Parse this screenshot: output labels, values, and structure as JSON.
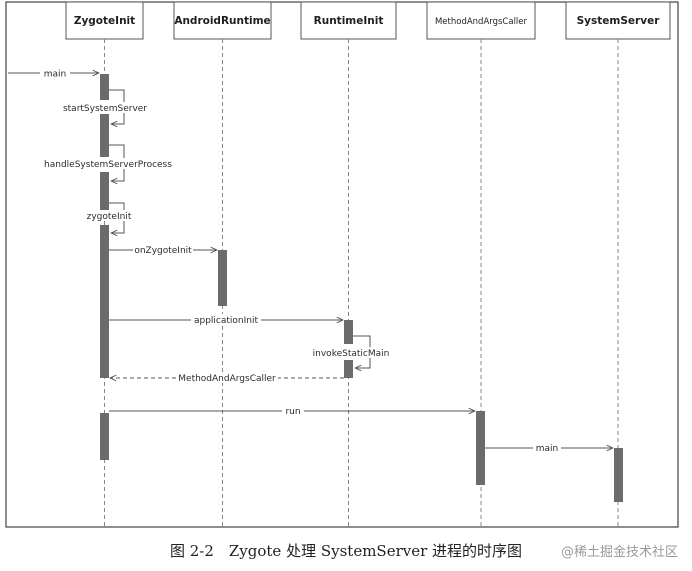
{
  "participants": [
    {
      "id": "zygote",
      "label": "ZygoteInit"
    },
    {
      "id": "runtime",
      "label": "AndroidRuntime"
    },
    {
      "id": "rinit",
      "label": "RuntimeInit"
    },
    {
      "id": "mac",
      "label": "MethodAndArgsCaller"
    },
    {
      "id": "sys",
      "label": "SystemServer"
    }
  ],
  "messages": [
    {
      "label": "main",
      "kind": "entry",
      "to": "zygote"
    },
    {
      "label": "startSystemServer",
      "kind": "self",
      "at": "zygote"
    },
    {
      "label": "handleSystemServerProcess",
      "kind": "self",
      "at": "zygote"
    },
    {
      "label": "zygoteInit",
      "kind": "self",
      "at": "zygote"
    },
    {
      "label": "onZygoteInit",
      "kind": "call",
      "from": "zygote",
      "to": "runtime"
    },
    {
      "label": "applicationInit",
      "kind": "call",
      "from": "zygote",
      "to": "rinit"
    },
    {
      "label": "invokeStaticMain",
      "kind": "self",
      "at": "rinit"
    },
    {
      "label": "MethodAndArgsCaller",
      "kind": "return",
      "from": "rinit",
      "to": "zygote"
    },
    {
      "label": "run",
      "kind": "call",
      "from": "zygote",
      "to": "mac"
    },
    {
      "label": "main",
      "kind": "call",
      "from": "mac",
      "to": "sys"
    }
  ],
  "caption": "图 2-2　Zygote 处理 SystemServer 进程的时序图",
  "watermark": "@稀土掘金技术社区",
  "colors": {
    "activation": "#6b6b6b",
    "line": "#555555",
    "frame": "#444444"
  }
}
